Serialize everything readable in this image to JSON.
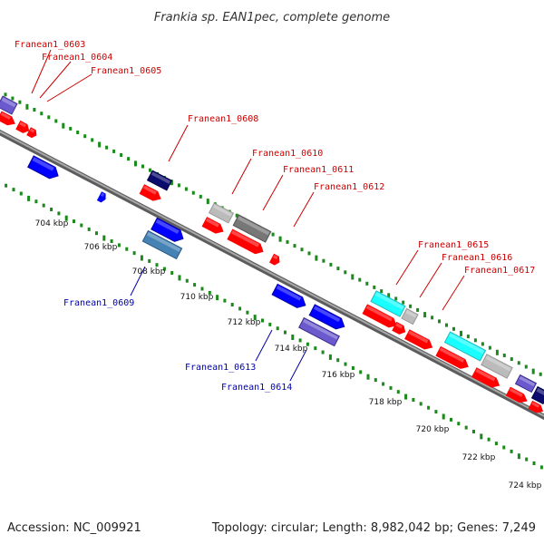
{
  "title": "Frankia sp. EAN1pec, complete genome",
  "footer": {
    "accession": "Accession: NC_009921",
    "topology": "Topology: circular; Length: 8,982,042 bp; Genes: 7,249"
  },
  "axis": {
    "tick_labels": [
      "704 kbp",
      "706 kbp",
      "708 kbp",
      "710 kbp",
      "712 kbp",
      "714 kbp",
      "716 kbp",
      "718 kbp",
      "720 kbp",
      "722 kbp",
      "724 kbp"
    ]
  },
  "colors": {
    "forward_cds": "#ff0000",
    "reverse_cds": "#0000ff",
    "tick_dots": "#1a8a1a",
    "backbone": "#8c8c8c",
    "forward_label": "#cc0000",
    "reverse_label": "#0000aa",
    "cyan_feature": "#19ffff",
    "navy_feature": "#0b0b6e",
    "slate_feature": "#6a5acd",
    "steel_feature": "#4682b4",
    "gray_feature": "#bbbbbb",
    "dark_gray_feature": "#777777"
  },
  "gene_labels": [
    {
      "name": "Franean1_0603",
      "strand": "forward"
    },
    {
      "name": "Franean1_0604",
      "strand": "forward"
    },
    {
      "name": "Franean1_0605",
      "strand": "forward"
    },
    {
      "name": "Franean1_0608",
      "strand": "forward"
    },
    {
      "name": "Franean1_0610",
      "strand": "forward"
    },
    {
      "name": "Franean1_0611",
      "strand": "forward"
    },
    {
      "name": "Franean1_0612",
      "strand": "forward"
    },
    {
      "name": "Franean1_0615",
      "strand": "forward"
    },
    {
      "name": "Franean1_0616",
      "strand": "forward"
    },
    {
      "name": "Franean1_0617",
      "strand": "forward"
    },
    {
      "name": "Franean1_0609",
      "strand": "reverse"
    },
    {
      "name": "Franean1_0613",
      "strand": "reverse"
    },
    {
      "name": "Franean1_0614",
      "strand": "reverse"
    }
  ]
}
